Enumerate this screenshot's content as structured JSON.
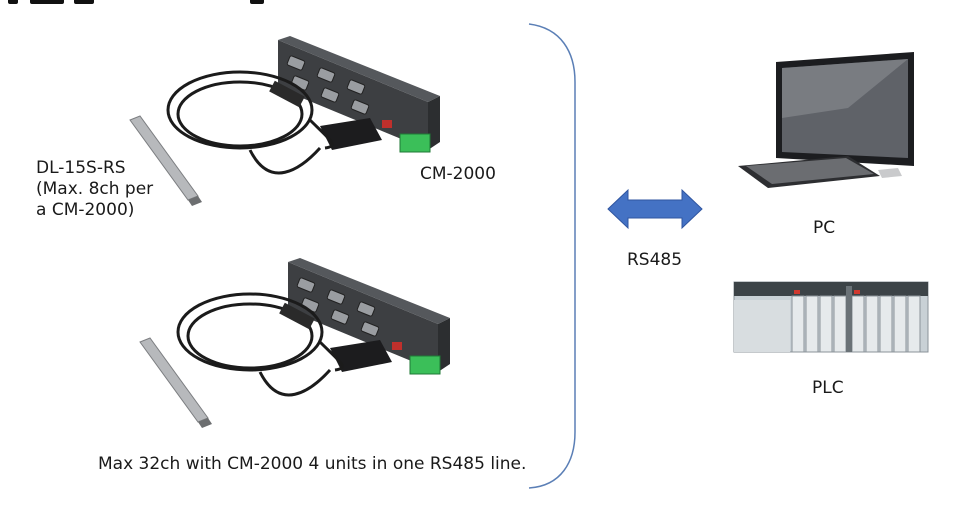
{
  "sensor_label": [
    "DL-15S-RS",
    "(Max. 8ch per",
    "a CM-2000)"
  ],
  "converter_label": "CM-2000",
  "link_label": "RS485",
  "pc_label": "PC",
  "plc_label": "PLC",
  "footer_note": "Max 32ch with CM-2000 4 units in one RS485 line.",
  "colors": {
    "bracket": "#5b7fb6",
    "arrow": "#4472c4",
    "device_body": "#3d3f42",
    "terminal": "#3bbf59"
  }
}
